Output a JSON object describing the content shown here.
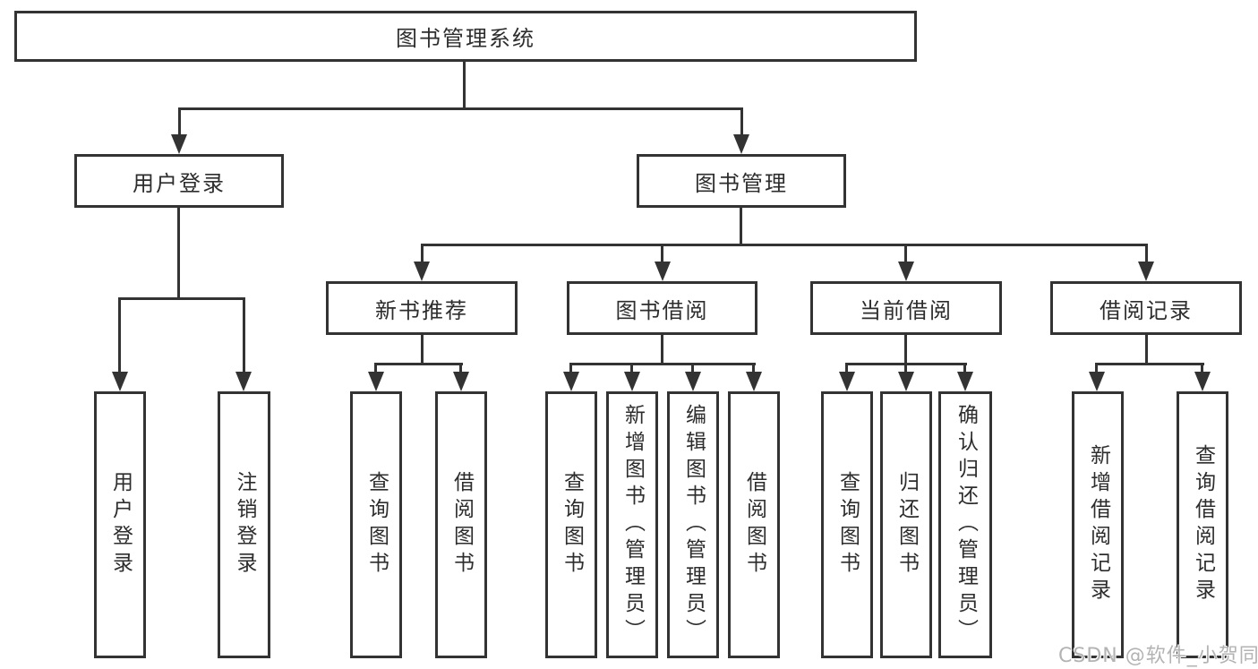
{
  "diagram": {
    "root": {
      "label": "图书管理系统"
    },
    "branches": [
      {
        "label": "用户登录",
        "leaves": [
          {
            "label": "用户登录"
          },
          {
            "label": "注销登录"
          }
        ]
      },
      {
        "label": "图书管理",
        "children": [
          {
            "label": "新书推荐",
            "leaves": [
              {
                "label": "查询图书"
              },
              {
                "label": "借阅图书"
              }
            ]
          },
          {
            "label": "图书借阅",
            "leaves": [
              {
                "label": "查询图书"
              },
              {
                "label": "新增图书（管理员）"
              },
              {
                "label": "编辑图书（管理员）"
              },
              {
                "label": "借阅图书"
              }
            ]
          },
          {
            "label": "当前借阅",
            "leaves": [
              {
                "label": "查询图书"
              },
              {
                "label": "归还图书"
              },
              {
                "label": "确认归还（管理员）"
              }
            ]
          },
          {
            "label": "借阅记录",
            "leaves": [
              {
                "label": "新增借阅记录"
              },
              {
                "label": "查询借阅记录"
              }
            ]
          }
        ]
      }
    ]
  },
  "watermark": {
    "text": "CSDN @软件_小贺同学"
  },
  "colors": {
    "line": "#333333",
    "text": "#2d2d2d",
    "background": "#ffffff",
    "watermark": "#b3b3b3"
  }
}
